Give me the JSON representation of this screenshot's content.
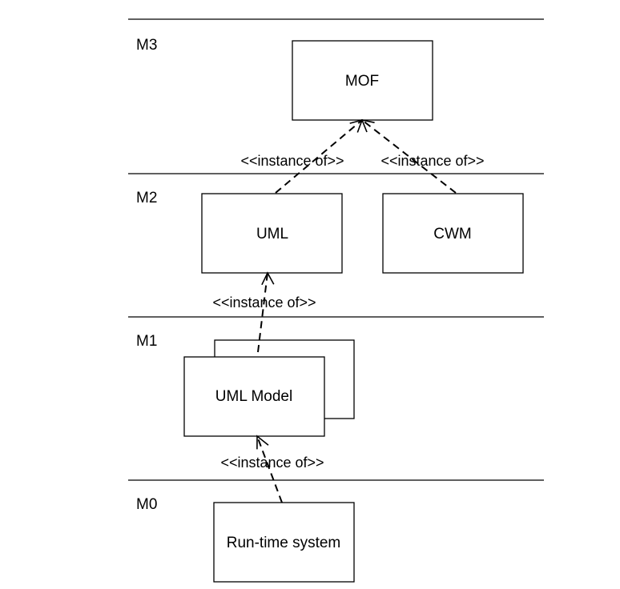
{
  "layers": [
    {
      "id": "m3",
      "label": "M3"
    },
    {
      "id": "m2",
      "label": "M2"
    },
    {
      "id": "m1",
      "label": "M1"
    },
    {
      "id": "m0",
      "label": "M0"
    }
  ],
  "boxes": {
    "mof": {
      "label": "MOF"
    },
    "uml": {
      "label": "UML"
    },
    "cwm": {
      "label": "CWM"
    },
    "uml_model": {
      "label": "UML Model"
    },
    "runtime": {
      "label": "Run-time system"
    }
  },
  "relations": [
    {
      "from": "uml",
      "to": "mof",
      "label": "<<instance of>>"
    },
    {
      "from": "cwm",
      "to": "mof",
      "label": "<<instance of>>"
    },
    {
      "from": "uml_model",
      "to": "uml",
      "label": "<<instance of>>"
    },
    {
      "from": "runtime",
      "to": "uml_model",
      "label": "<<instance of>>"
    }
  ]
}
